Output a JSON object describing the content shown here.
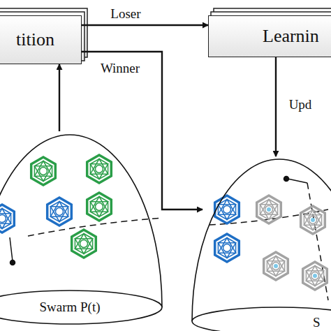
{
  "diagram": {
    "nodes": [
      {
        "text": [
          "tition"
        ]
      },
      {
        "text": [
          "Learnin"
        ]
      },
      {
        "text": [
          "Swarm P(t)"
        ]
      },
      {
        "text": [
          "S"
        ]
      }
    ],
    "edges": [
      {
        "from": 0,
        "to": 1,
        "label": "Loser",
        "arrow": "to"
      },
      {
        "from": 0,
        "to": 3,
        "label": "Winner",
        "arrow": "to"
      },
      {
        "from": 1,
        "to": 3,
        "label": "Upd",
        "arrow": "to"
      },
      {
        "from": 2,
        "to": 0,
        "arrow": "to"
      }
    ]
  }
}
